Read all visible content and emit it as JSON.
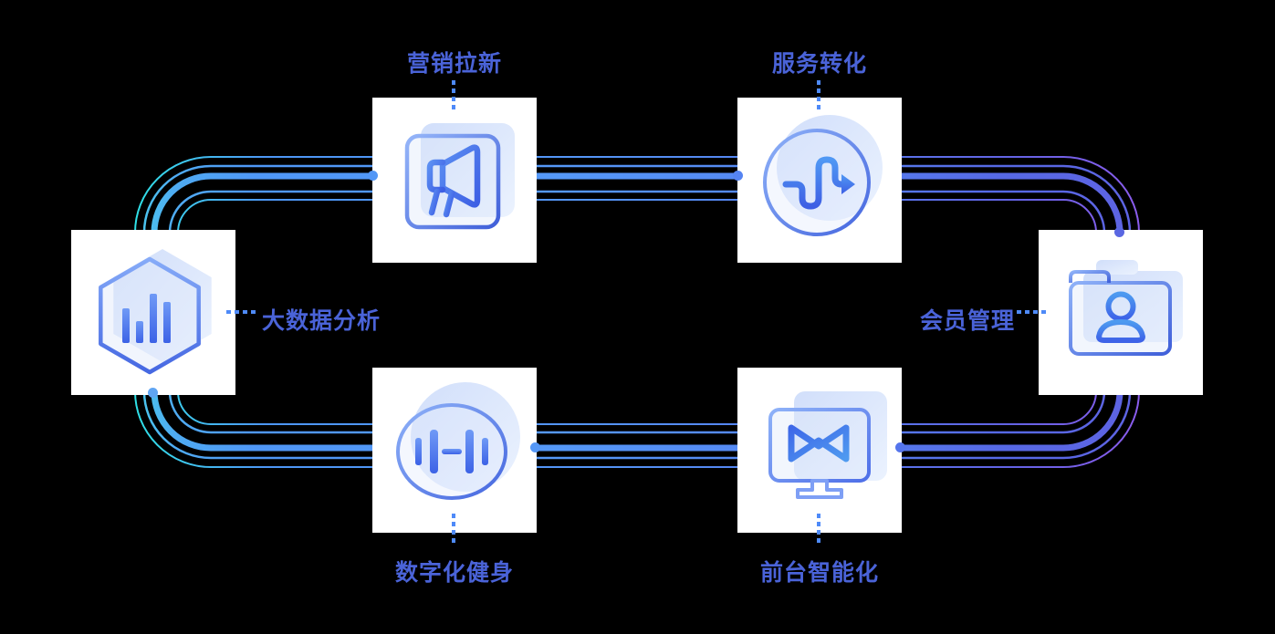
{
  "diagram": {
    "title_hint": "closed-loop feature cycle",
    "nodes": [
      {
        "label": "大数据分析",
        "icon": "hexagon-bar-chart-icon",
        "position": "left"
      },
      {
        "label": "营销拉新",
        "icon": "megaphone-icon",
        "position": "top-left"
      },
      {
        "label": "服务转化",
        "icon": "route-arrow-icon",
        "position": "top-right"
      },
      {
        "label": "会员管理",
        "icon": "member-folder-icon",
        "position": "right"
      },
      {
        "label": "数字化健身",
        "icon": "dumbbell-icon",
        "position": "bottom-left"
      },
      {
        "label": "前台智能化",
        "icon": "smart-screen-icon",
        "position": "bottom-right"
      }
    ],
    "colors": {
      "background": "#000000",
      "card": "#FFFFFF",
      "label": "#4A63D8",
      "line_blue": "#5598F7",
      "line_cyan": "#2EE0E6",
      "line_indigo": "#5E63E2",
      "line_violet": "#8A5CEC",
      "connector_dot": "#4E8AF8"
    }
  }
}
